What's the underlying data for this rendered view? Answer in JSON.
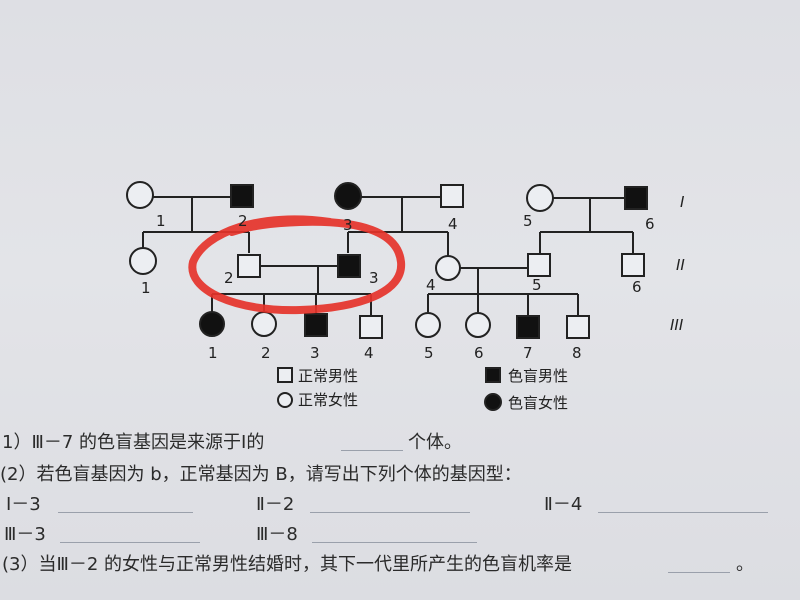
{
  "pedigree": {
    "generations": [
      "I",
      "II",
      "III"
    ],
    "gen1": [
      "1",
      "2",
      "3",
      "4",
      "5",
      "6"
    ],
    "gen2": [
      "1",
      "2",
      "3",
      "4",
      "5",
      "6"
    ],
    "gen3": [
      "1",
      "2",
      "3",
      "4",
      "5",
      "6",
      "7",
      "8"
    ]
  },
  "legend": {
    "normal_male": "正常男性",
    "normal_female": "正常女性",
    "affected_male": "色盲男性",
    "affected_female": "色盲女性"
  },
  "colors": {
    "line": "#222222",
    "fill": "#111111",
    "circle_annotation": "#e5332a"
  },
  "questions": {
    "q1_a": "1）Ⅲ－7 的色盲基因是来源于Ⅰ的",
    "q1_b": "个体。",
    "q2": "(2）若色盲基因为 b，正常基因为 B，请写出下列个体的基因型：",
    "q2_i3": "Ⅰ－3",
    "q2_ii2": "Ⅱ－2",
    "q2_ii4": "Ⅱ－4",
    "q2_iii3": "Ⅲ－3",
    "q2_iii8": "Ⅲ－8",
    "q3": "(3）当Ⅲ－2 的女性与正常男性结婚时，其下一代里所产生的色盲机率是",
    "q3_end": "。"
  }
}
